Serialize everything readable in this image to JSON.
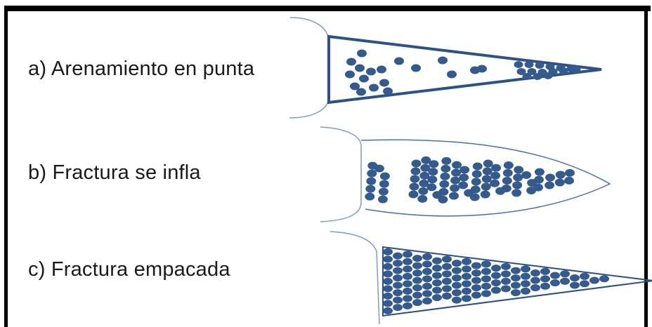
{
  "labels": {
    "a": "a) Arenamiento en punta",
    "b": "b) Fractura se infla",
    "c": "c) Fractura empacada"
  },
  "colors": {
    "dot": "#355a8c",
    "outline": "#2d5186",
    "bracket": "#7f9cc6",
    "border": "#000000",
    "text": "#1a1a1a"
  }
}
